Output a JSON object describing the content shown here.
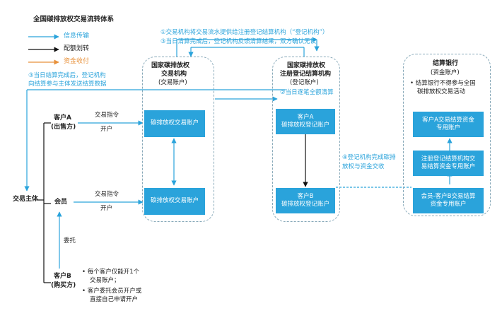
{
  "title": "全国碳排放权交易流转体系",
  "legend": [
    {
      "label": "信息传输",
      "color": "#2aa3db"
    },
    {
      "label": "配额划转",
      "color": "#111111"
    },
    {
      "label": "资金收付",
      "color": "#e8913a"
    }
  ],
  "notes": {
    "n1": "①交易机构将交易流水提供给注册登记结算机构（“登记机构”）",
    "n3a": "③当日清算完成后，登记机构反馈清算结果，双方确认无误",
    "n3b_line1": "③当日结算完成后，登记机构",
    "n3b_line2": "向结算参与主体发送结算数据",
    "n2": "②当日逐笔全额清算",
    "n4_line1": "④登记机构完成碳排",
    "n4_line2": "放权与资金交收"
  },
  "panels": {
    "exchange": {
      "title_line1": "国家碳排放权",
      "title_line2": "交易机构",
      "sub": "(交易账户)"
    },
    "registry": {
      "title_line1": "国家碳排放权",
      "title_line2": "注册登记结算机构",
      "sub": "(登记账户)"
    },
    "bank": {
      "title": "结算银行",
      "sub": "(资金账户)",
      "bullet": "•  结算银行不得参与全国",
      "bullet2": "碳排放权交易活动"
    }
  },
  "boxes": {
    "ex_top": "碳排放权交易账户",
    "ex_bottom": "碳排放权交易账户",
    "reg_top_line1": "客户A",
    "reg_top_line2": "碳排放权登记账户",
    "reg_bottom_line1": "客户B",
    "reg_bottom_line2": "碳排放权登记账户",
    "bank1_line1": "客户A交易结算资金",
    "bank1_line2": "专用账户",
    "bank2_line1": "注册登记结算机构交",
    "bank2_line2": "易结算资金专用账户",
    "bank3_line1": "会员-客户B交易结算",
    "bank3_line2": "资金专用账户"
  },
  "entities": {
    "main": "交易主体",
    "a_line1": "客户A",
    "a_line2": "(出售方)",
    "member": "会员",
    "b_line1": "客户B",
    "b_line2": "(购买方)",
    "entrust": "委托"
  },
  "edge_labels": {
    "order_a": "交易指令",
    "open_a": "开户",
    "order_m": "交易指令",
    "open_m": "开户"
  },
  "bullets": [
    "•  每个客户仅能开1个",
    "交易账户；",
    "•  客户委托会员开户或",
    "直接自己申请开户"
  ]
}
